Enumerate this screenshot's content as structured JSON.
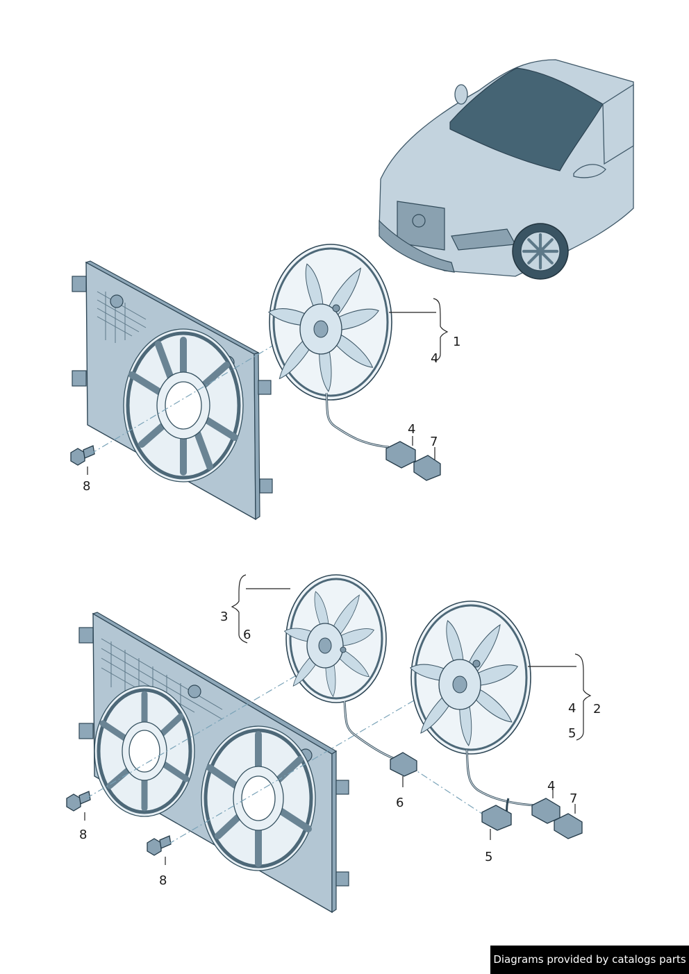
{
  "callouts": {
    "c1": "1",
    "c4a": "4",
    "c4b": "4",
    "c7a": "7",
    "c8a": "8",
    "c3": "3",
    "c6a": "6",
    "c2": "2",
    "c4c": "4",
    "c5a": "5",
    "c6b": "6",
    "c4d": "4",
    "c7b": "7",
    "c5b": "5",
    "c8b": "8",
    "c8c": "8"
  },
  "watermark": "Diagrams provided by catalogs parts"
}
